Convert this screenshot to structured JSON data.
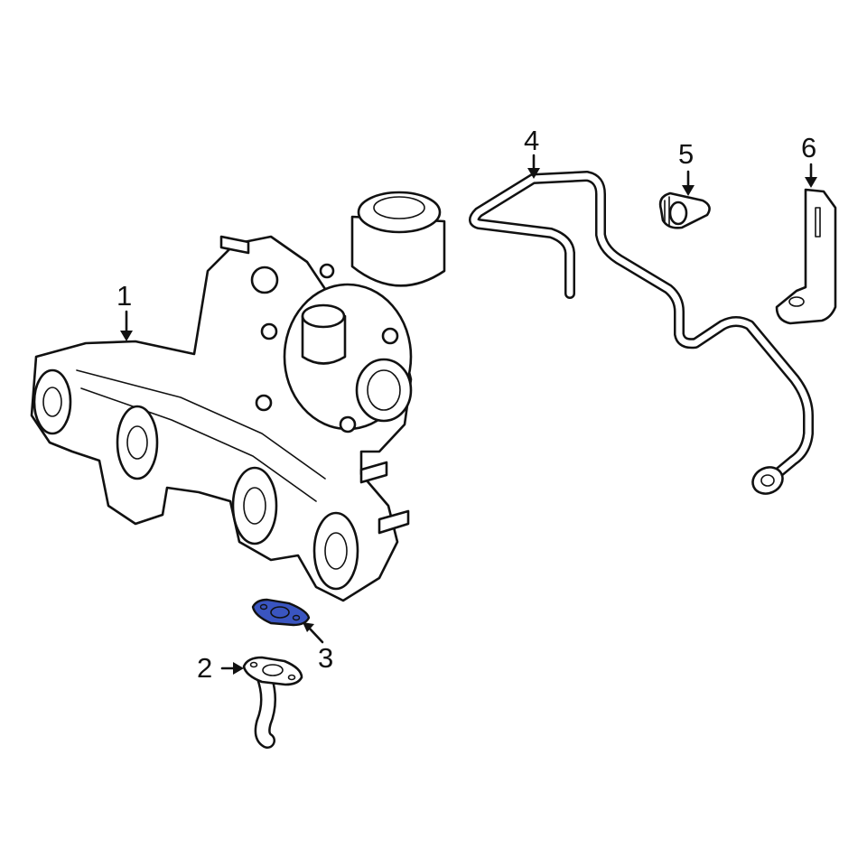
{
  "diagram": {
    "type": "exploded parts diagram",
    "subject": "Turbocharger and exhaust manifold assembly",
    "highlight_color": "#3a55c0",
    "callouts": [
      {
        "id": "1",
        "label": "1",
        "part": "exhaust-manifold-turbocharger",
        "highlighted": false
      },
      {
        "id": "2",
        "label": "2",
        "part": "oil-return-line",
        "highlighted": false
      },
      {
        "id": "3",
        "label": "3",
        "part": "gasket",
        "highlighted": true
      },
      {
        "id": "4",
        "label": "4",
        "part": "oil-feed-line",
        "highlighted": false
      },
      {
        "id": "5",
        "label": "5",
        "part": "clamp",
        "highlighted": false
      },
      {
        "id": "6",
        "label": "6",
        "part": "bracket",
        "highlighted": false
      }
    ]
  }
}
